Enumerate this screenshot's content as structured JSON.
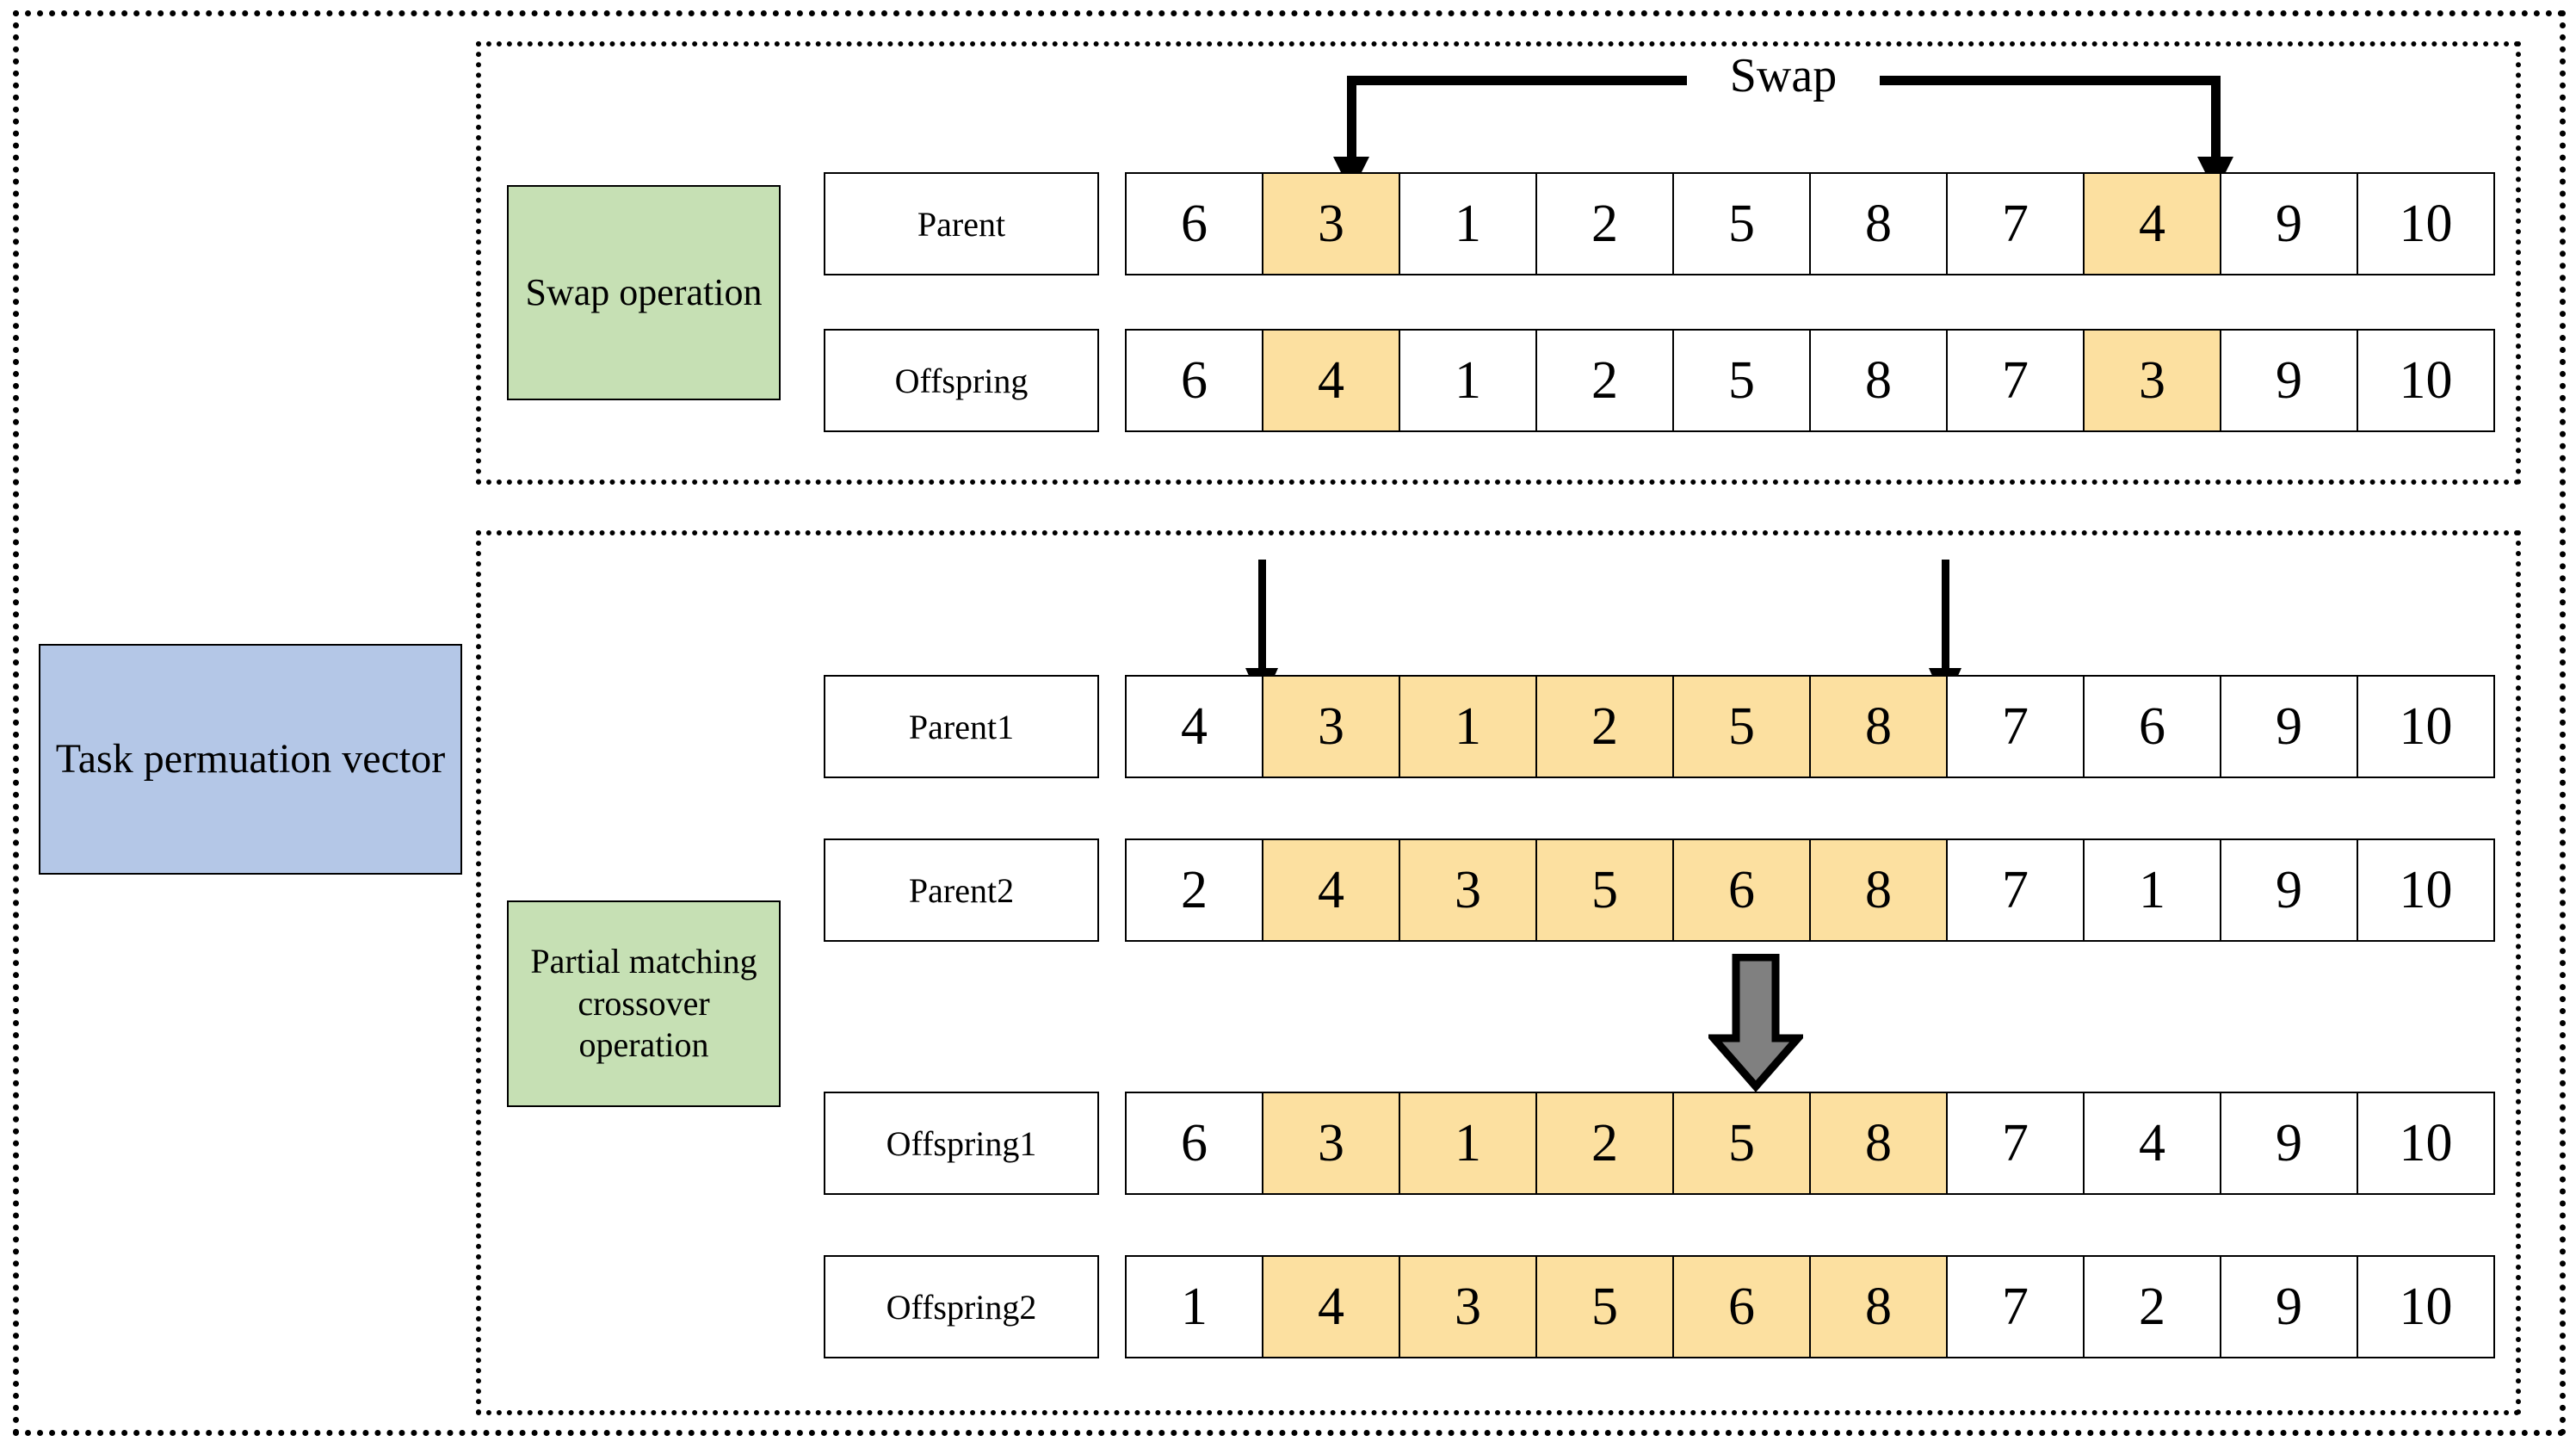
{
  "diagram": {
    "title_hidden": "",
    "colors": {
      "highlight": "#FCE0A0",
      "green_box": "#C6E0B4",
      "blue_box": "#B4C7E7",
      "block_arrow_fill": "#808080",
      "outline": "#000000"
    }
  },
  "left_category": {
    "label": "Task permuation vector"
  },
  "swap_section": {
    "operation_label": "Swap operation",
    "bracket_label": "Swap",
    "swap_positions": [
      2,
      8
    ],
    "rows": [
      {
        "name": "Parent",
        "values": [
          "6",
          "3",
          "1",
          "2",
          "5",
          "8",
          "7",
          "4",
          "9",
          "10"
        ],
        "highlight": [
          false,
          true,
          false,
          false,
          false,
          false,
          false,
          true,
          false,
          false
        ]
      },
      {
        "name": "Offspring",
        "values": [
          "6",
          "4",
          "1",
          "2",
          "5",
          "8",
          "7",
          "3",
          "9",
          "10"
        ],
        "highlight": [
          false,
          true,
          false,
          false,
          false,
          false,
          false,
          true,
          false,
          false
        ]
      }
    ]
  },
  "pmx_section": {
    "operation_label": "Partial matching crossover operation",
    "cut_points": [
      2,
      7
    ],
    "rows": [
      {
        "name": "Parent1",
        "values": [
          "4",
          "3",
          "1",
          "2",
          "5",
          "8",
          "7",
          "6",
          "9",
          "10"
        ],
        "highlight": [
          false,
          true,
          true,
          true,
          true,
          true,
          false,
          false,
          false,
          false
        ]
      },
      {
        "name": "Parent2",
        "values": [
          "2",
          "4",
          "3",
          "5",
          "6",
          "8",
          "7",
          "1",
          "9",
          "10"
        ],
        "highlight": [
          false,
          true,
          true,
          true,
          true,
          true,
          false,
          false,
          false,
          false
        ]
      },
      {
        "name": "Offspring1",
        "values": [
          "6",
          "3",
          "1",
          "2",
          "5",
          "8",
          "7",
          "4",
          "9",
          "10"
        ],
        "highlight": [
          false,
          true,
          true,
          true,
          true,
          true,
          false,
          false,
          false,
          false
        ]
      },
      {
        "name": "Offspring2",
        "values": [
          "1",
          "4",
          "3",
          "5",
          "6",
          "8",
          "7",
          "2",
          "9",
          "10"
        ],
        "highlight": [
          false,
          true,
          true,
          true,
          true,
          true,
          false,
          false,
          false,
          false
        ]
      }
    ]
  }
}
